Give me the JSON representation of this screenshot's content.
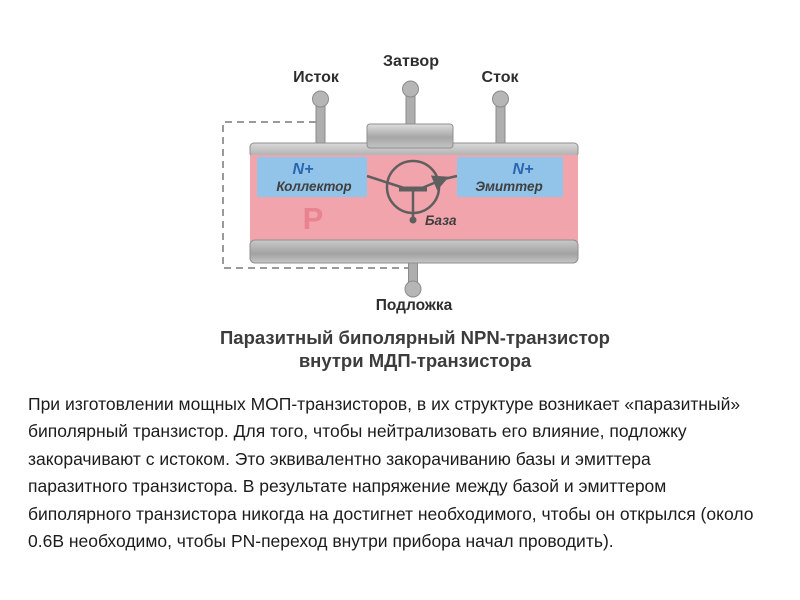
{
  "diagram": {
    "terminals": {
      "source": "Исток",
      "gate": "Затвор",
      "drain": "Сток",
      "substrate": "Подложка"
    },
    "regions": {
      "n_plus_left": "N+",
      "n_plus_right": "N+",
      "p_body": "P",
      "collector": "Коллектор",
      "emitter": "Эмиттер",
      "base": "База"
    },
    "colors": {
      "p_region": "#f2a4ad",
      "p_letter": "#e8838f",
      "n_region": "#92c4e9",
      "n_letter": "#2a66b0",
      "metal_gray": "#b3b3b3",
      "symbol_gray": "#5f5f5f"
    }
  },
  "caption": {
    "line1": "Паразитный биполярный NPN-транзистор",
    "line2": "внутри МДП-транзистора"
  },
  "body_text": "При изготовлении мощных МОП-транзисторов, в их структуре возникает «паразитный» биполярный транзистор. Для того, чтобы нейтрализовать его влияние, подложку закорачивают с истоком. Это эквивалентно закорачиванию базы и эмиттера паразитного транзистора. В результате напряжение между базой и эмиттером биполярного транзистора никогда на достигнет необходимого, чтобы он открылся (около 0.6В необходимо, чтобы PN-переход внутри прибора начал проводить)."
}
